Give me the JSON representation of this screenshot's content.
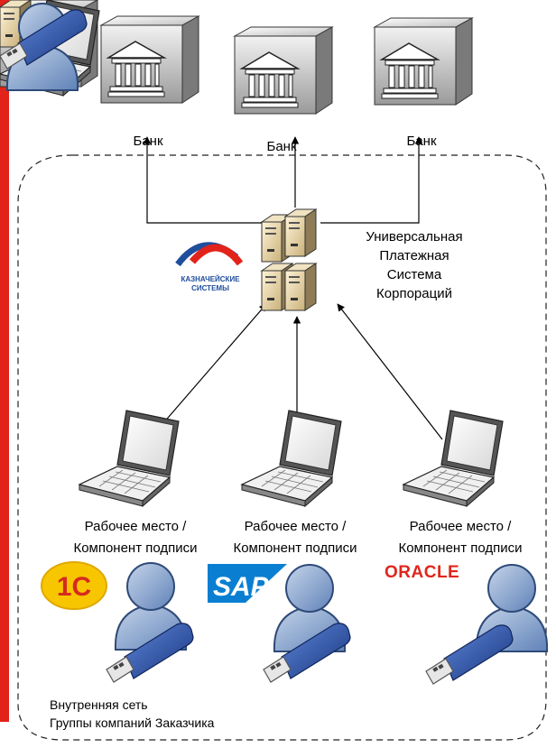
{
  "banks": [
    {
      "label": "Банк"
    },
    {
      "label": "Банк"
    },
    {
      "label": "Банк"
    }
  ],
  "server": {
    "label_lines": [
      "Универсальная",
      "Платежная",
      "Система",
      "Корпораций"
    ]
  },
  "company_logo": {
    "line1": "КАЗНАЧЕЙСКИЕ",
    "line2": "СИСТЕМЫ",
    "color_red": "#e2231a",
    "color_blue": "#1f4e9c"
  },
  "workstations": [
    {
      "line1": "Рабочее место /",
      "line2": "Компонент подписи",
      "logo": "1С"
    },
    {
      "line1": "Рабочее место /",
      "line2": "Компонент подписи",
      "logo": "SAP"
    },
    {
      "line1": "Рабочее место /",
      "line2": "Компонент подписи",
      "logo": "ORACLE"
    }
  ],
  "network": {
    "line1": "Внутренняя сеть",
    "line2": "Группы компаний Заказчика"
  },
  "colors": {
    "accent_red": "#e2231a",
    "sap_blue": "#0a7fd1",
    "oracle_red": "#e0261b",
    "onec_yellow": "#f7c600",
    "onec_red": "#d52b1e",
    "person_blue": "#8fa9cf",
    "token_blue": "#2b56b5"
  }
}
